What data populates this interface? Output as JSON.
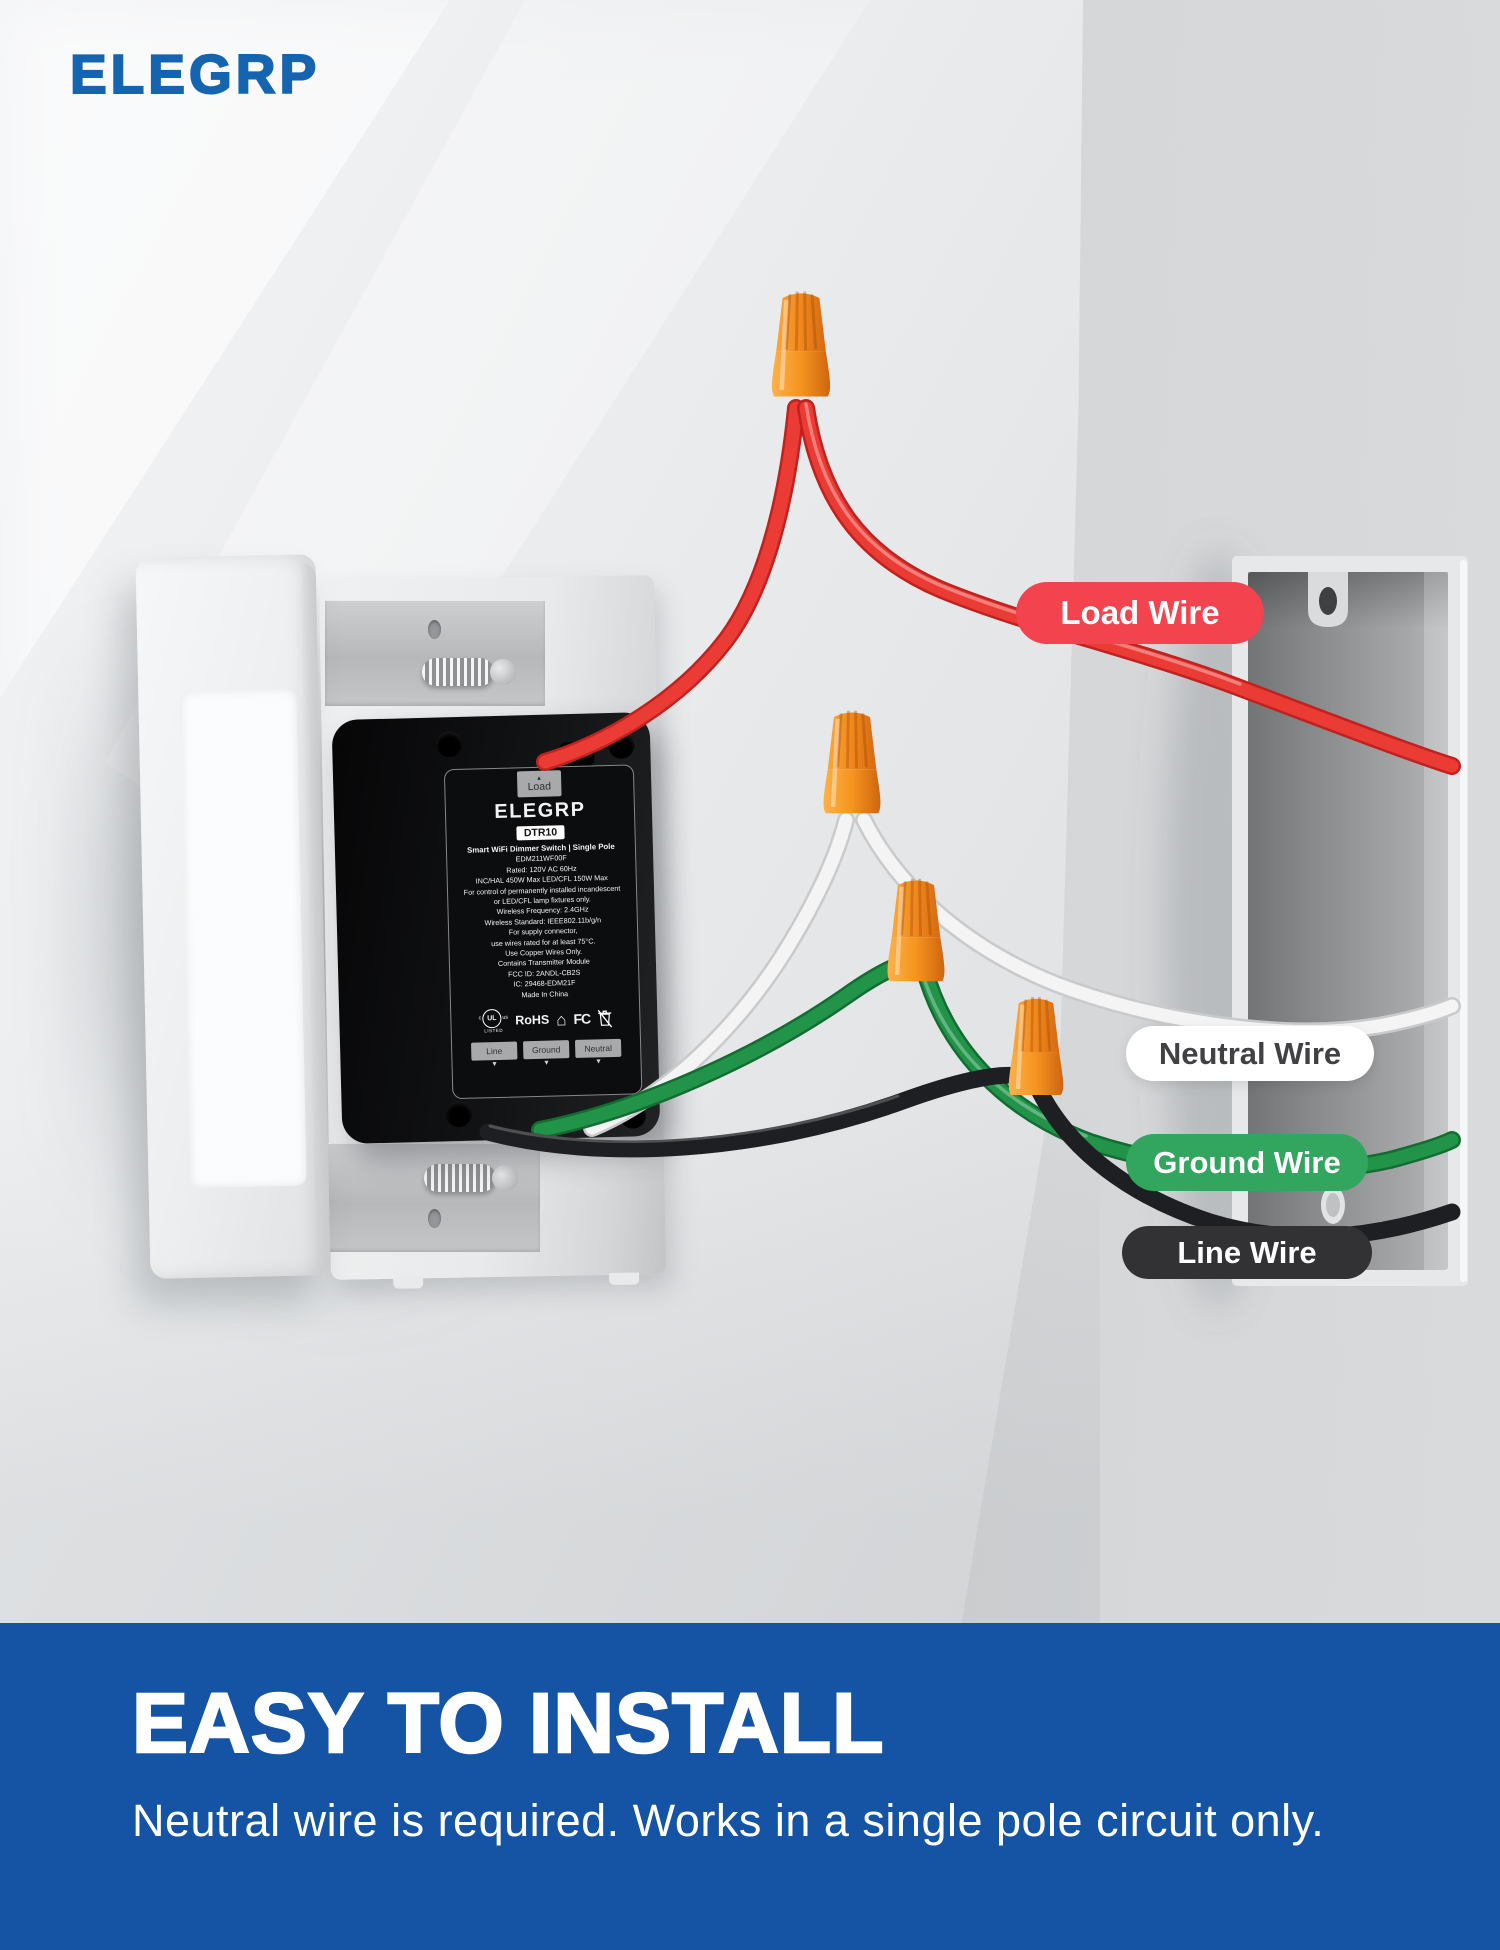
{
  "logo": {
    "text": "ELEGRP",
    "color": "#1464af"
  },
  "icons": {
    "arrow_up": "▲",
    "arrow_down": "▼",
    "house": "⌂"
  },
  "device": {
    "load_tab": "Load",
    "brand": "ELEGRP",
    "model_badge": "DTR10",
    "label_lines": [
      "Smart WiFi Dimmer Switch | Single Pole",
      "EDM211WF00F",
      "Rated: 120V AC 60Hz",
      "INC/HAL 450W Max LED/CFL 150W Max",
      "For control of permanently installed incandescent",
      "or LED/CFL lamp fixtures only.",
      "Wireless Frequency: 2.4GHz",
      "Wireless Standard: IEEE802.11b/g/n",
      "For supply connector,",
      "use wires rated for at least 75°C.",
      "Use Copper Wires Only.",
      "Contains Transmitter Module",
      "FCC ID: 2ANDL-CB2S",
      "IC: 29468-EDM21F",
      "Made In China"
    ],
    "certs": {
      "ul": "UL",
      "ul_c": "c",
      "ul_us": "us",
      "ul_listed": "LISTED",
      "rohs": "RoHS",
      "fcc": "FC"
    },
    "terminals": {
      "line": "Line",
      "ground": "Ground",
      "neutral": "Neutral"
    }
  },
  "wire_labels": {
    "load": {
      "text": "Load Wire",
      "bg": "#f2434e",
      "fg": "#ffffff"
    },
    "neutral": {
      "text": "Neutral Wire",
      "bg": "#ffffff",
      "fg": "#414144"
    },
    "ground": {
      "text": "Ground Wire",
      "bg": "#32a55e",
      "fg": "#ffffff"
    },
    "line": {
      "text": "Line Wire",
      "bg": "#323134",
      "fg": "#ffffff"
    }
  },
  "wires": {
    "load": {
      "color": "#e4312f"
    },
    "neutral": {
      "color": "#f2f2f3"
    },
    "ground": {
      "color": "#1f9447"
    },
    "line": {
      "color": "#1e1f22"
    },
    "nut_color": "#f28a1e"
  },
  "banner": {
    "title": "EASY TO INSTALL",
    "subtitle": "Neutral wire is required. Works in a single pole circuit only.",
    "bg": "#1553a4"
  }
}
